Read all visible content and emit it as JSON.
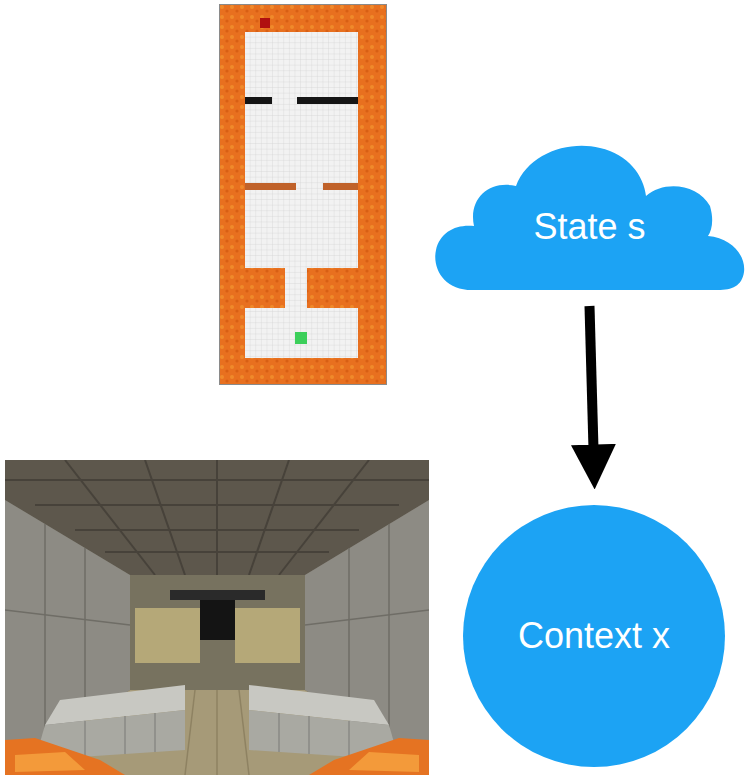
{
  "diagram": {
    "nodes": [
      {
        "text": [
          "State s"
        ]
      },
      {
        "text": [
          "Context x"
        ]
      }
    ],
    "edges": [
      {
        "from": 0,
        "to": 1,
        "arrow": "to"
      }
    ]
  }
}
